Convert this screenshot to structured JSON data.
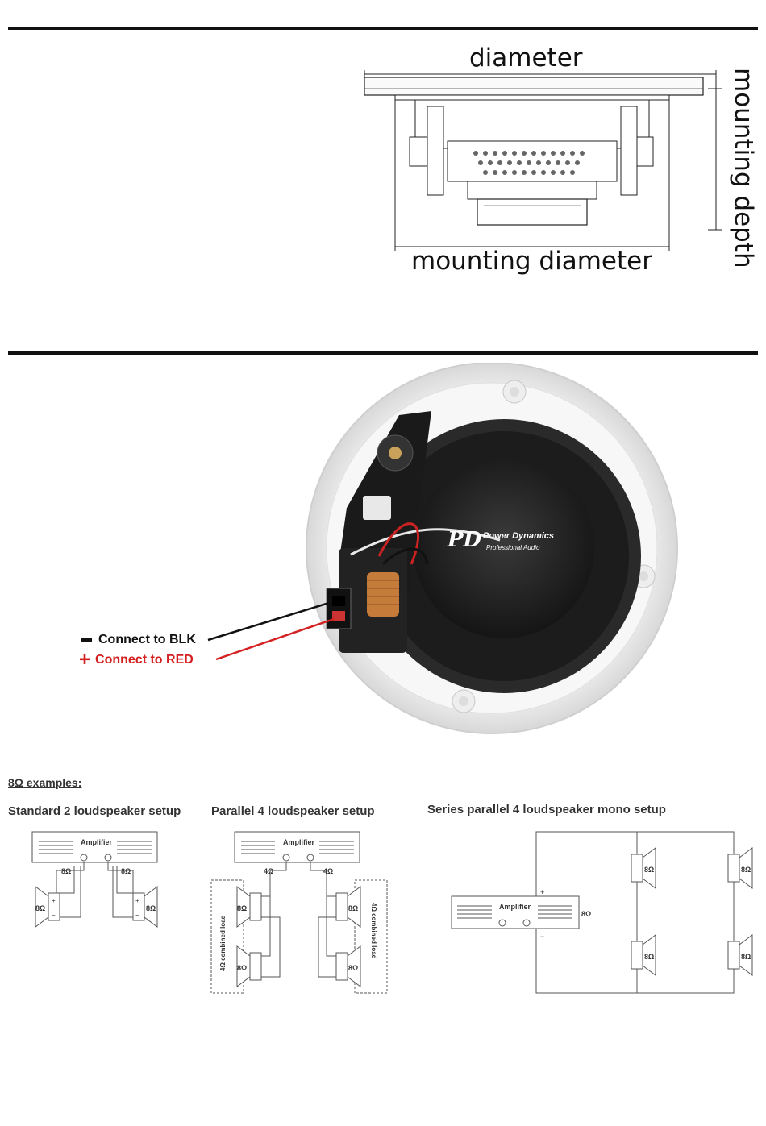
{
  "dimensions": {
    "diameter_label": "diameter",
    "mounting_diameter_label": "mounting diameter",
    "mounting_depth_label": "mounting depth"
  },
  "connection": {
    "negative_symbol": "−",
    "negative_label": "Connect to BLK",
    "positive_symbol": "+",
    "positive_label": "Connect to RED",
    "brand_name": "Power Dynamics",
    "brand_sub": "Professional Audio",
    "brand_logo_text": "PD"
  },
  "examples": {
    "title": "8Ω examples:",
    "diagrams": [
      {
        "title": "Standard 2 loudspeaker setup",
        "amp_label": "Amplifier",
        "wire_labels": [
          "8Ω",
          "8Ω"
        ],
        "speaker_labels": [
          "8Ω",
          "8Ω"
        ]
      },
      {
        "title": "Parallel 4 loudspeaker setup",
        "amp_label": "Amplifier",
        "wire_labels": [
          "4Ω",
          "4Ω"
        ],
        "speaker_labels": [
          "8Ω",
          "8Ω",
          "8Ω",
          "8Ω"
        ],
        "combined_load_label": "4Ω combined load"
      },
      {
        "title": "Series parallel 4 loudspeaker mono setup",
        "amp_label": "Amplifier",
        "amp_load_label": "8Ω",
        "speaker_labels": [
          "8Ω",
          "8Ω",
          "8Ω",
          "8Ω"
        ]
      }
    ],
    "plus_sign": "+",
    "minus_sign": "−"
  },
  "colors": {
    "red": "#d42020",
    "black": "#111111",
    "diagram_line": "#555555"
  }
}
